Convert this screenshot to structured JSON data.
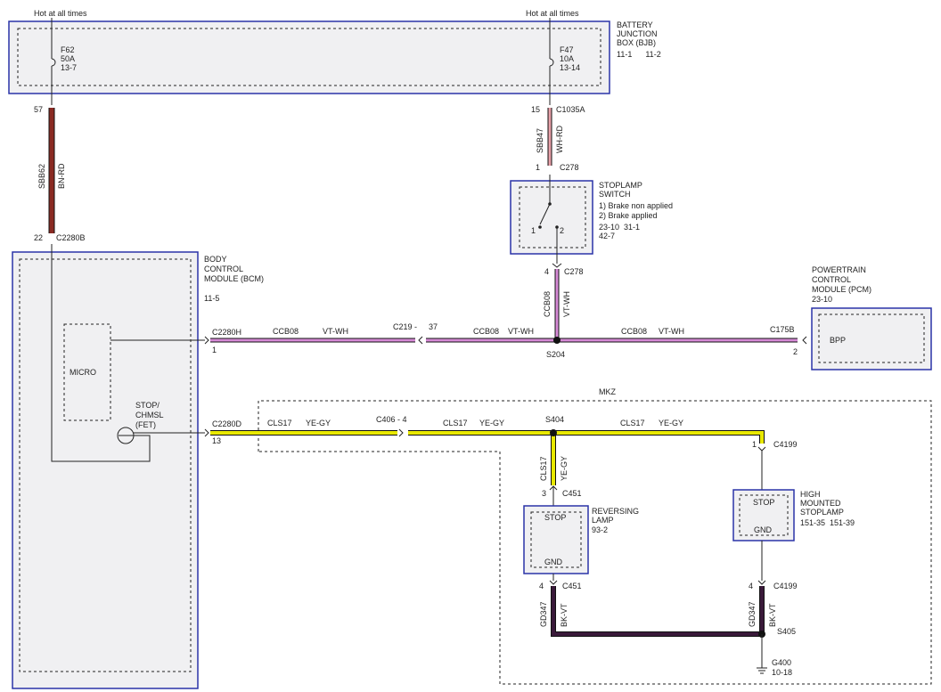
{
  "labels": {
    "hot_left": "Hot at all times",
    "hot_right": "Hot at all times",
    "bjb": [
      "BATTERY",
      "JUNCTION",
      "BOX (BJB)"
    ],
    "bjb_ref": "11-1      11-2",
    "f62": [
      "F62",
      "50A",
      "13-7"
    ],
    "f47": [
      "F47",
      "10A",
      "13-14"
    ],
    "pin57": "57",
    "pin15": "15",
    "c1035a": "C1035A",
    "sbb62": "SBB62",
    "bnrd": "BN-RD",
    "sbb47": "SBB47",
    "whrd": "WH-RD",
    "pin1_c278": "1",
    "c278_top": "C278",
    "stoplamp_switch": [
      "STOPLAMP",
      "SWITCH"
    ],
    "switch_states": [
      "1) Brake non applied",
      "2) Brake applied"
    ],
    "switch_refs": [
      "23-10  31-1",
      "42-7"
    ],
    "sw_pin1": "1",
    "sw_pin2": "2",
    "pin22": "22",
    "c2280b": "C2280B",
    "bcm": [
      "BODY",
      "CONTROL",
      "MODULE (BCM)"
    ],
    "bcm_ref": "11-5",
    "pin4_c278": "4",
    "c278_bottom": "C278",
    "ccb08_v": "CCB08",
    "vtwh_v": "VT-WH",
    "pcm": [
      "POWERTRAIN",
      "CONTROL",
      "MODULE (PCM)"
    ],
    "pcm_ref": "23-10",
    "micro": "MICRO",
    "c2280h": "C2280H",
    "pin1_c2280h": "1",
    "ccb08_a": "CCB08",
    "vtwh_a": "VT-WH",
    "c219": "C219 -",
    "pin37": "37",
    "ccb08_b": "CCB08",
    "vtwh_b": "VT-WH",
    "ccb08_c": "CCB08",
    "vtwh_c": "VT-WH",
    "c175b": "C175B",
    "pin2_c175b": "2",
    "bpp": "BPP",
    "s204": "S204",
    "mkz": "MKZ",
    "stop_chmsl": [
      "STOP/",
      "CHMSL",
      "(FET)"
    ],
    "c2280d": "C2280D",
    "pin13": "13",
    "cls17_a": "CLS17",
    "yegy_a": "YE-GY",
    "c406": "C406 - 4",
    "cls17_b": "CLS17",
    "yegy_b": "YE-GY",
    "s404": "S404",
    "cls17_c": "CLS17",
    "yegy_c": "YE-GY",
    "pin1_c4199": "1",
    "c4199_top": "C4199",
    "cls17_v": "CLS17",
    "yegy_v": "YE-GY",
    "pin3": "3",
    "c451_top": "C451",
    "hmsl": [
      "HIGH",
      "MOUNTED",
      "STOPLAMP"
    ],
    "hmsl_ref": "151-35  151-39",
    "stop_hmsl": "STOP",
    "gnd_hmsl": "GND",
    "reversing": [
      "REVERSING",
      "LAMP"
    ],
    "rev_ref": "93-2",
    "stop_rev": "STOP",
    "gnd_rev": "GND",
    "pin4_c451": "4",
    "c451_bottom": "C451",
    "pin4_c4199": "4",
    "c4199_bottom": "C4199",
    "gd347_a": "GD347",
    "bkvt_a": "BK-VT",
    "gd347_b": "GD347",
    "bkvt_b": "BK-VT",
    "s405": "S405",
    "g400": "G400",
    "g400_ref": "10-18"
  },
  "wire_colors": {
    "bn_rd": "#8a2a22",
    "wh_rd": "#e8a0a8",
    "vt_wh": "#d68ad6",
    "ye_gy": "#e8e800",
    "bk_vt": "#3a1a3a",
    "frame": "#2a33a8"
  }
}
